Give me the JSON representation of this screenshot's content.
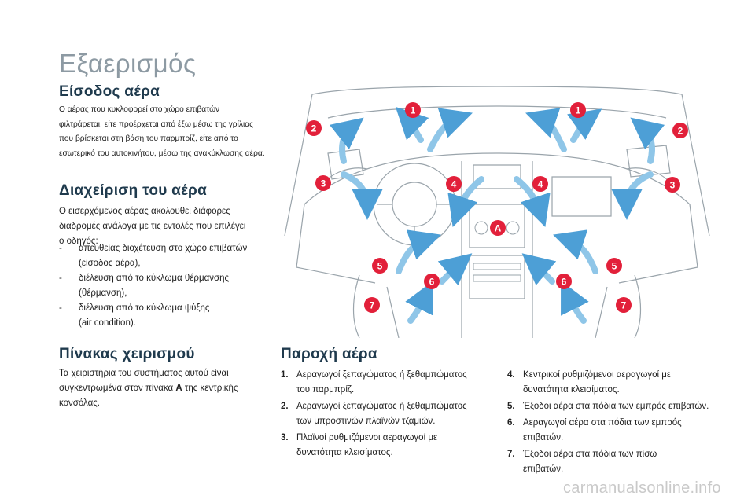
{
  "page": {
    "title": "Εξαερισμός"
  },
  "intake": {
    "title": "Είσοδος αέρα",
    "lines": [
      "Ο αέρας που κυκλοφορεί στο χώρο επιβατών",
      "φιλτράρεται, είτε προέρχεται από έξω μέσω της γρίλιας",
      "που βρίσκεται στη βάση του παρμπρίζ, είτε από το",
      "εσωτερικό του αυτοκινήτου, μέσω της ανακύκλωσης αέρα."
    ]
  },
  "management": {
    "title": "Διαχείριση του αέρα",
    "lines": [
      "Ο εισερχόμενος αέρας ακολουθεί διάφορες",
      "διαδρομές ανάλογα με τις εντολές που επιλέγει",
      "ο οδηγός:"
    ],
    "items": [
      {
        "line1": "απευθείας διοχέτευση στο χώρο επιβατών",
        "line2": "(είσοδος αέρα),"
      },
      {
        "line1": "διέλευση από το κύκλωμα θέρμανσης",
        "line2": "(θέρμανση),"
      },
      {
        "line1": "διέλευση από το κύκλωμα ψύξης",
        "line2": "(air condition)."
      }
    ]
  },
  "panel": {
    "title": "Πίνακας χειρισμού",
    "line1": "Τα χειριστήρια του συστήματος αυτού είναι",
    "line2_pre": "συγκεντρωμένα στον πίνακα ",
    "line2_bold": "A",
    "line2_post": " της κεντρικής",
    "line3": "κονσόλας."
  },
  "supply": {
    "title": "Παροχή αέρα",
    "items_left": [
      {
        "num": "1.",
        "line1": "Αεραγωγοί ξεπαγώματος ή ξεθαμπώματος",
        "line2": "του παρμπρίζ."
      },
      {
        "num": "2.",
        "line1": "Αεραγωγοί ξεπαγώματος ή ξεθαμπώματος",
        "line2": "των μπροστινών πλαϊνών τζαμιών."
      },
      {
        "num": "3.",
        "line1": "Πλαϊνοί ρυθμιζόμενοι αεραγωγοί με",
        "line2": "δυνατότητα κλεισίματος."
      }
    ],
    "items_right": [
      {
        "num": "4.",
        "line1": "Κεντρικοί ρυθμιζόμενοι αεραγωγοί με",
        "line2": "δυνατότητα κλεισίματος."
      },
      {
        "num": "5.",
        "line1": "Έξοδοι αέρα στα πόδια των εμπρός επιβατών.",
        "line2": ""
      },
      {
        "num": "6.",
        "line1": "Αεραγωγοί αέρα στα πόδια των εμπρός",
        "line2": "επιβατών."
      },
      {
        "num": "7.",
        "line1": "Έξοδοι αέρα στα πόδια των πίσω",
        "line2": "επιβατών."
      }
    ]
  },
  "diagram": {
    "callouts": [
      "1",
      "1",
      "2",
      "2",
      "3",
      "3",
      "4",
      "4",
      "A",
      "5",
      "5",
      "6",
      "6",
      "7",
      "7"
    ],
    "colors": {
      "callout": "#e2203a",
      "arrow": "#8fc6e8",
      "arrow_dark": "#4d9fd6",
      "line": "#9aa4ab"
    }
  },
  "footer": {
    "watermark": "carmanualsonline.info"
  }
}
